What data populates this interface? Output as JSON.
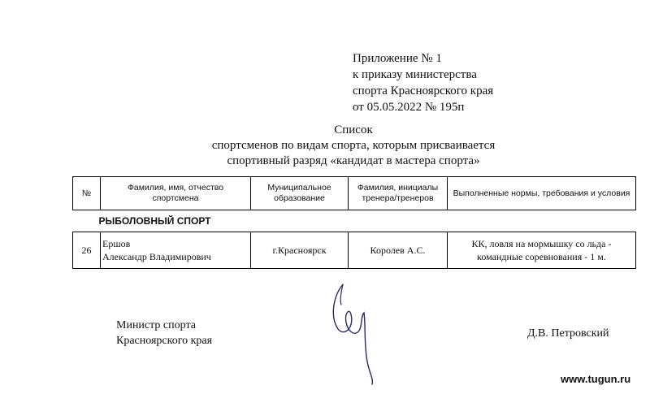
{
  "annex": {
    "line1": "Приложение № 1",
    "line2": "к приказу министерства",
    "line3": "спорта Красноярского края",
    "line4": "от 05.05.2022 № 195п"
  },
  "heading": {
    "line1": "Список",
    "line2": "спортсменов по видам спорта, которым присваивается",
    "line3": "спортивный разряд «кандидат в мастера спорта»"
  },
  "table": {
    "headers": {
      "num": "№",
      "name": "Фамилия, имя, отчество спортсмена",
      "municipality": "Муниципальное образование",
      "coach": "Фамилия, инициалы тренера/тренеров",
      "norms": "Выполненные нормы, требования и условия"
    },
    "section": "РЫБОЛОВНЫЙ СПОРТ",
    "rows": [
      {
        "num": "26",
        "name_line1": "Ершов",
        "name_line2": "Александр Владимирович",
        "municipality": "г.Красноярск",
        "coach": "Королев А.С.",
        "norms_line1": "КК, ловля на мормышку со льда -",
        "norms_line2": "командные соревнования - 1 м."
      }
    ]
  },
  "footer": {
    "minister_line1": "Министр спорта",
    "minister_line2": "Красноярского края",
    "signer": "Д.В. Петровский"
  },
  "watermark": "www.tugun.ru"
}
